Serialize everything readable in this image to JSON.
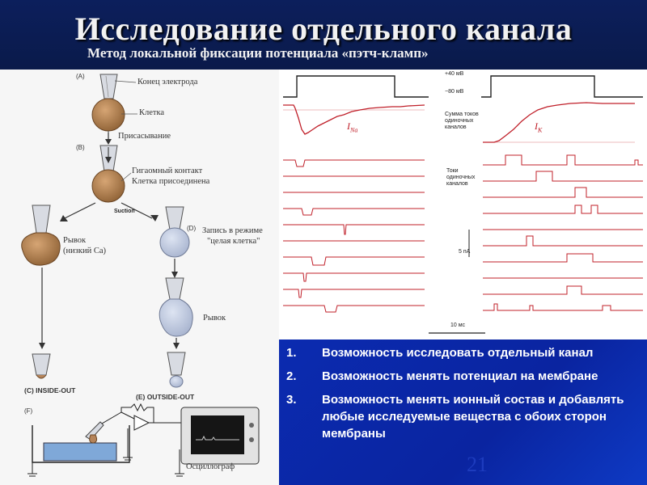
{
  "header": {
    "title": "Исследование отдельного канала",
    "subtitle": "Метод локальной фиксации  потенциала «пэтч-кламп»"
  },
  "diagram": {
    "labels": {
      "a": "(A)",
      "electrode_tip": "Конец электрода",
      "cell": "Клетка",
      "suction_ru": "Присасывание",
      "b": "(B)",
      "gigaohm_1": "Гигаомный контакт",
      "gigaohm_2": "Клетка присоединена",
      "suction_en": "Suction",
      "pull_low_ca_1": "Рывок",
      "pull_low_ca_2": "(низкий Са)",
      "d": "(D)",
      "whole_cell_1": "Запись в режиме",
      "whole_cell_2": "\"целая клетка\"",
      "pull": "Рывок",
      "c_inside_out": "(C)  INSIDE-OUT",
      "e_outside_out": "(E)  OUTSIDE-OUT",
      "f": "(F)",
      "oscilloscope": "Осциллограф"
    }
  },
  "recording": {
    "labels": {
      "v_plus40": "+40 мВ",
      "v_minus80": "−80 мВ",
      "sum_1": "Сумма токов",
      "sum_2": "одиночных",
      "sum_3": "каналов",
      "ina": "I",
      "ina_sub": "Na",
      "ik": "I",
      "ik_sub": "K",
      "single_1": "Токи",
      "single_2": "одиночных",
      "single_3": "каналов",
      "scale_current": "5 пА",
      "scale_time": "10 мс"
    }
  },
  "list": {
    "items": [
      {
        "num": "1.",
        "text": "Возможность исследовать отдельный канал"
      },
      {
        "num": "2.",
        "text": "Возможность менять потенциал на мембране"
      },
      {
        "num": "3.",
        "text": "Возможность менять ионный состав и добавлять любые исследуемые вещества с обоих сторон мембраны"
      }
    ]
  },
  "page_number": "21",
  "colors": {
    "header_bg": "#0c1f5c",
    "blue_box": "#0b2bb0",
    "cell_fill": "#b5845a",
    "trace_red": "#c0202a"
  }
}
